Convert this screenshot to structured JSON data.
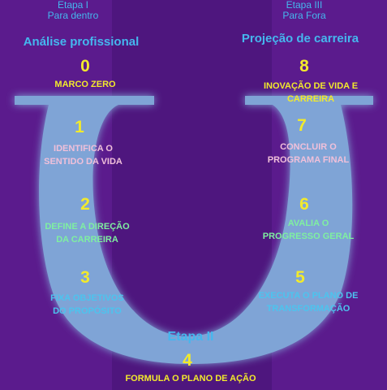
{
  "colors": {
    "u_shape": "#7fa4d6",
    "number": "#f2ea2c",
    "heading": "#45b7ee"
  },
  "stages": {
    "left_name": "Etapa I",
    "left_sub": "Para dentro",
    "left_heading": "Análise profissional",
    "right_name": "Etapa III",
    "right_sub": "Para Fora",
    "right_heading": "Projeção de carreira",
    "middle_name": "Etapa II"
  },
  "steps": [
    {
      "num": "0",
      "line1": "MARCO ZERO",
      "line2": ""
    },
    {
      "num": "1",
      "line1": "IDENTIFICA O",
      "line2": "SENTIDO DA VIDA"
    },
    {
      "num": "2",
      "line1": "DEFINE A DIREÇÃO",
      "line2": "DA CARREIRA"
    },
    {
      "num": "3",
      "line1": "FIXA OBJETIVOS",
      "line2": "DO PROPÓSITO"
    },
    {
      "num": "4",
      "line1": "FORMULA O PLANO DE AÇÃO",
      "line2": ""
    },
    {
      "num": "5",
      "line1": "EXECUTA O PLANO DE",
      "line2": "TRANSFORMAÇÃO"
    },
    {
      "num": "6",
      "line1": "AVALIA O",
      "line2": "PROGRESSO GERAL"
    },
    {
      "num": "7",
      "line1": "CONCLUIR O",
      "line2": "PROGRAMA FINAL"
    },
    {
      "num": "8",
      "line1": "INOVAÇÃO DE VIDA E",
      "line2": "CARREIRA"
    }
  ]
}
